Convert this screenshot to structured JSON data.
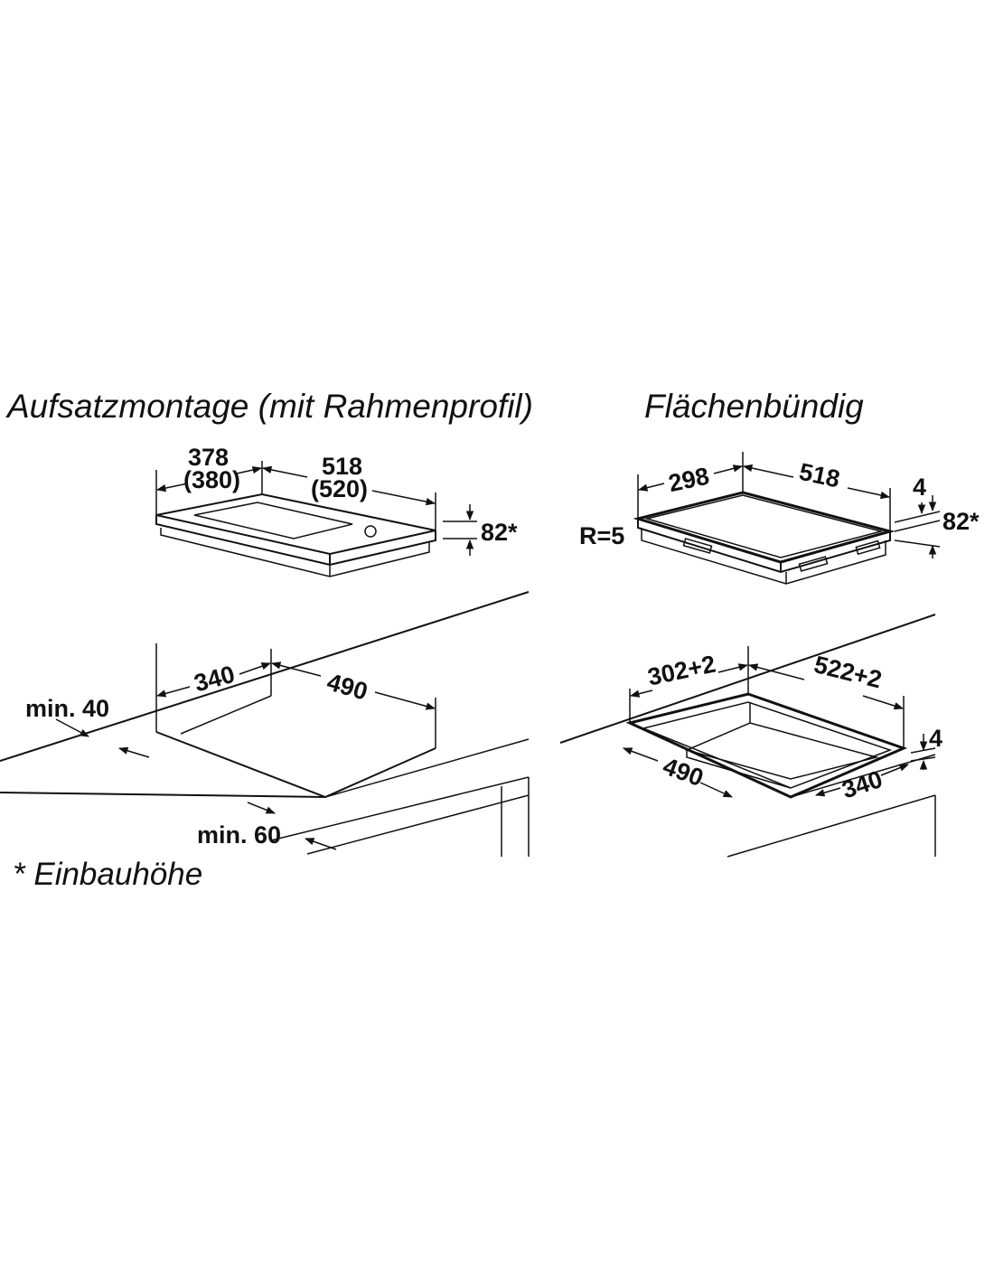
{
  "sections": {
    "left_title": "Aufsatzmontage (mit Rahmenprofil)",
    "right_title": "Flächenbündig",
    "footnote": "* Einbauhöhe"
  },
  "left": {
    "top_dims": {
      "width_a": "378",
      "width_a_alt": "(380)",
      "width_b": "518",
      "width_b_alt": "(520)",
      "height": "82*"
    },
    "cutout_dims": {
      "width_a": "340",
      "width_b": "490",
      "min_front": "min. 40",
      "min_back": "min. 60"
    }
  },
  "right": {
    "top_dims": {
      "width_a": "298",
      "width_b": "518",
      "radius": "R=5",
      "edge": "4",
      "height": "82*"
    },
    "cutout_dims": {
      "width_a": "302+2",
      "width_b": "522+2",
      "depth": "4",
      "inner_a": "490",
      "inner_b": "340"
    }
  },
  "colors": {
    "line": "#111111",
    "background": "#ffffff"
  }
}
